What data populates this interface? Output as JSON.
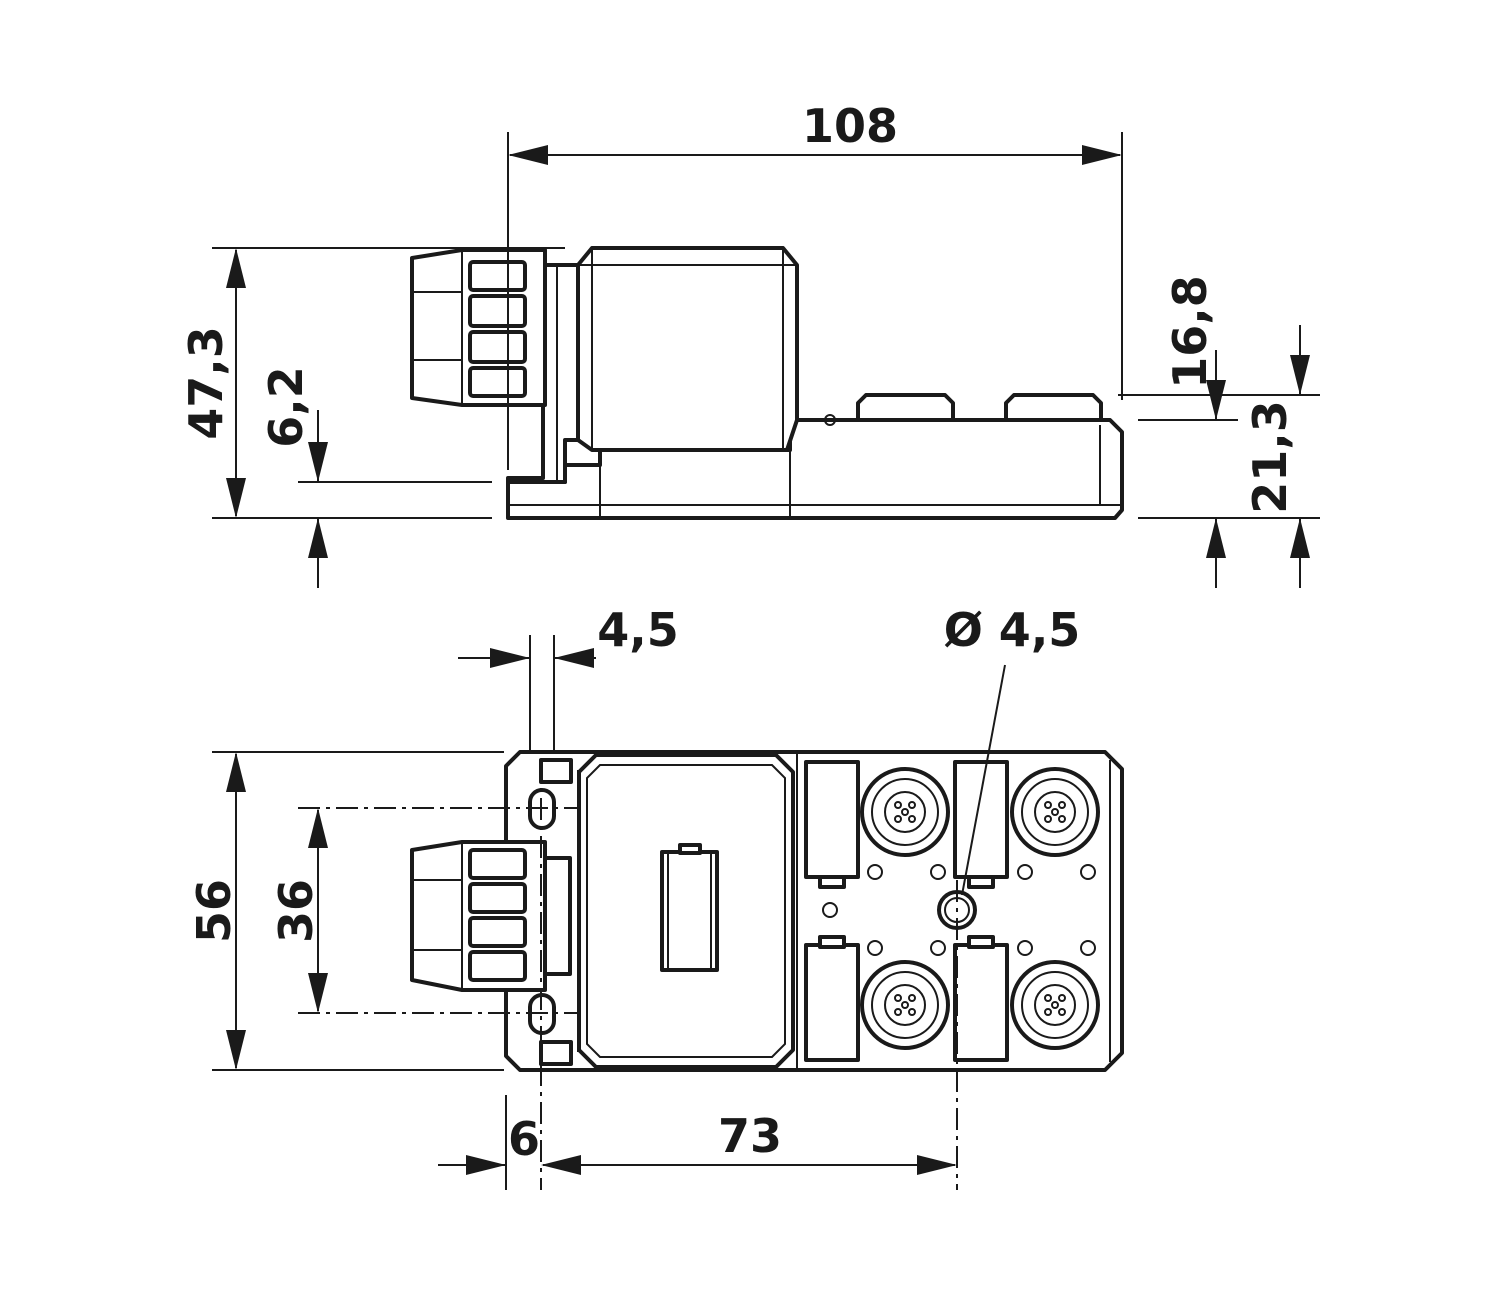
{
  "dimensions": {
    "side_view": {
      "overall_length": "108",
      "overall_height": "47,3",
      "mounting_offset": "6,2",
      "housing_height": "16,8",
      "connector_height": "21,3"
    },
    "top_view": {
      "flange_offset": "4,5",
      "hole_diameter": "Ø 4,5",
      "overall_width": "56",
      "hole_spacing": "36",
      "edge_to_hole": "6",
      "hole_to_hole": "73"
    }
  },
  "colors": {
    "line": "#1a1a1a",
    "background": "#ffffff"
  }
}
